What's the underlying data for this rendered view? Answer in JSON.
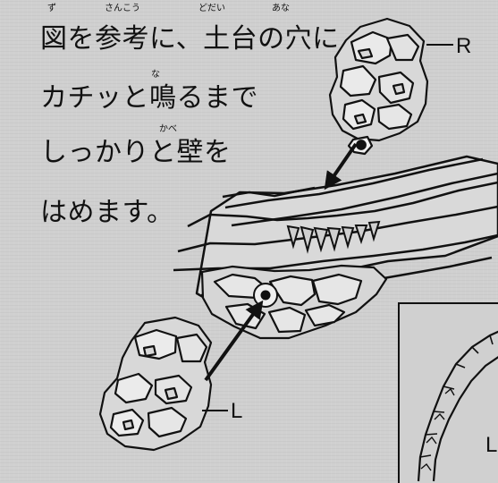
{
  "instructions": {
    "lines": [
      "図を参考に、土台の穴に",
      "カチッと鳴るまで",
      "しっかりと壁を",
      "はめます。"
    ],
    "ruby": {
      "zu": "ず",
      "sankou": "さんこう",
      "dodai": "どだい",
      "ana": "あな",
      "na": "な",
      "kabe": "かべ"
    }
  },
  "labels": {
    "right_part": "R",
    "left_part": "L",
    "inset_part": "L"
  },
  "colors": {
    "background": "#d0d0d0",
    "ink": "#111111",
    "line_art": "#111111"
  }
}
